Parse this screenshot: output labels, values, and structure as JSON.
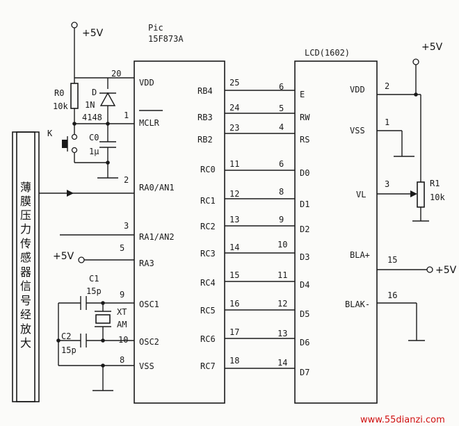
{
  "mcu": {
    "label_line1": "Pic",
    "label_line2": "15F873A",
    "left_pins": [
      {
        "num": "20",
        "name": "VDD"
      },
      {
        "num": "1",
        "name": "MCLR"
      },
      {
        "num": "2",
        "name": "RA0/AN1"
      },
      {
        "num": "3",
        "name": "RA1/AN2"
      },
      {
        "num": "5",
        "name": "RA3"
      },
      {
        "num": "9",
        "name": "OSC1"
      },
      {
        "num": "10",
        "name": "OSC2"
      },
      {
        "num": "8",
        "name": "VSS"
      }
    ],
    "right_pins": [
      {
        "num": "25",
        "name": "RB4"
      },
      {
        "num": "24",
        "name": "RB3"
      },
      {
        "num": "23",
        "name": "RB2"
      },
      {
        "num": "11",
        "name": "RC0"
      },
      {
        "num": "12",
        "name": "RC1"
      },
      {
        "num": "13",
        "name": "RC2"
      },
      {
        "num": "14",
        "name": "RC3"
      },
      {
        "num": "15",
        "name": "RC4"
      },
      {
        "num": "16",
        "name": "RC5"
      },
      {
        "num": "17",
        "name": "RC6"
      },
      {
        "num": "18",
        "name": "RC7"
      }
    ]
  },
  "lcd": {
    "label": "LCD(1602)",
    "left_pins": [
      {
        "num": "6",
        "name": "E"
      },
      {
        "num": "5",
        "name": "RW"
      },
      {
        "num": "4",
        "name": "RS"
      },
      {
        "num": "6",
        "name": "D0"
      },
      {
        "num": "8",
        "name": "D1"
      },
      {
        "num": "9",
        "name": "D2"
      },
      {
        "num": "10",
        "name": "D3"
      },
      {
        "num": "11",
        "name": "D4"
      },
      {
        "num": "12",
        "name": "D5"
      },
      {
        "num": "13",
        "name": "D6"
      },
      {
        "num": "14",
        "name": "D7"
      }
    ],
    "right_pins": [
      {
        "num": "2",
        "name": "VDD"
      },
      {
        "num": "1",
        "name": "VSS"
      },
      {
        "num": "3",
        "name": "VL"
      },
      {
        "num": "15",
        "name": "BLA+"
      },
      {
        "num": "16",
        "name": "BLAK-"
      }
    ]
  },
  "sensor": {
    "chars": [
      "薄",
      "膜",
      "压",
      "力",
      "传",
      "感",
      "器",
      "信",
      "号",
      "经",
      "放",
      "大"
    ]
  },
  "components": {
    "r0_name": "R0",
    "r0_value": "10k",
    "diode_name": "D",
    "diode_part1": "1N",
    "diode_part2": "4148",
    "switch_name": "K",
    "c0_name": "C0",
    "c0_value": "1μ",
    "c1_name": "C1",
    "c1_value": "15p",
    "c2_name": "C2",
    "c2_value": "15p",
    "crystal_line1": "XT",
    "crystal_line2": "AM",
    "r1_name": "R1",
    "r1_value": "10k"
  },
  "supplies": {
    "vcc_top_left": "+5V",
    "vcc_ra3": "+5V",
    "vcc_lcd": "+5V",
    "vcc_bla": "+5V"
  },
  "watermark": "www.55dianzi.com"
}
